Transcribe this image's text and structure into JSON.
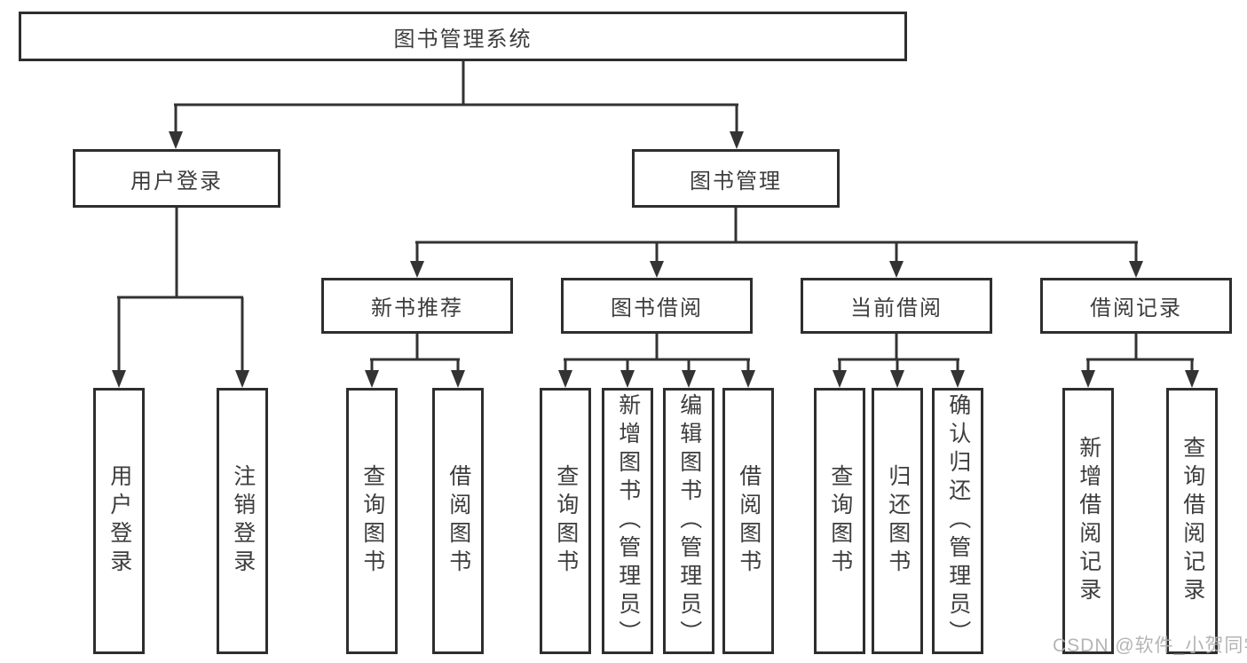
{
  "diagram": {
    "nodes": {
      "root": "图书管理系统",
      "user_login": "用户登录",
      "book_management": "图书管理",
      "new_book_recommend": "新书推荐",
      "book_borrowing": "图书借阅",
      "current_borrowing": "当前借阅",
      "borrowing_records": "借阅记录",
      "leaf_user_login": "用户登录",
      "leaf_logout": "注销登录",
      "leaf_nb_query_books": "查询图书",
      "leaf_nb_borrow_books": "借阅图书",
      "leaf_bb_query_books": "查询图书",
      "leaf_bb_add_books_admin": "新增图书（管理员）",
      "leaf_bb_edit_books_admin": "编辑图书（管理员）",
      "leaf_bb_borrow_books": "借阅图书",
      "leaf_cb_query_books": "查询图书",
      "leaf_cb_return_books": "归还图书",
      "leaf_cb_confirm_return_admin": "确认归还（管理员）",
      "leaf_br_add_record": "新增借阅记录",
      "leaf_br_query_record": "查询借阅记录"
    },
    "watermark": "CSDN @软件_小贺同学",
    "colors": {
      "box_border": "#2e2e2e",
      "text": "#3d3d3d",
      "connector_line": "#333333",
      "watermark_text": "#b1b1b1",
      "background": "#ffffff"
    }
  }
}
